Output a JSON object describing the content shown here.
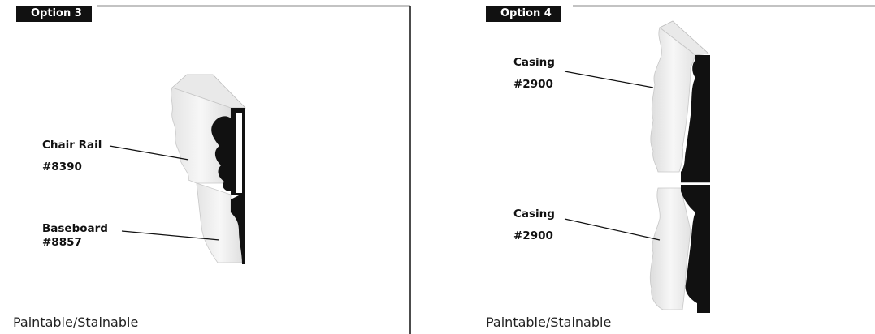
{
  "panels": [
    {
      "tab": "Option 3",
      "items": [
        {
          "name": "Chair Rail",
          "number": "#8390"
        },
        {
          "name": "Baseboard",
          "number": "#8857"
        }
      ],
      "footer": "Paintable/Stainable"
    },
    {
      "tab": "Option 4",
      "items": [
        {
          "name": "Casing",
          "number": "#2900"
        },
        {
          "name": "Casing",
          "number": "#2900"
        }
      ],
      "footer": "Paintable/Stainable"
    }
  ],
  "colors": {
    "ink": "#111111",
    "molding": "#f2f2f2",
    "shade": "#d6d6d6"
  }
}
